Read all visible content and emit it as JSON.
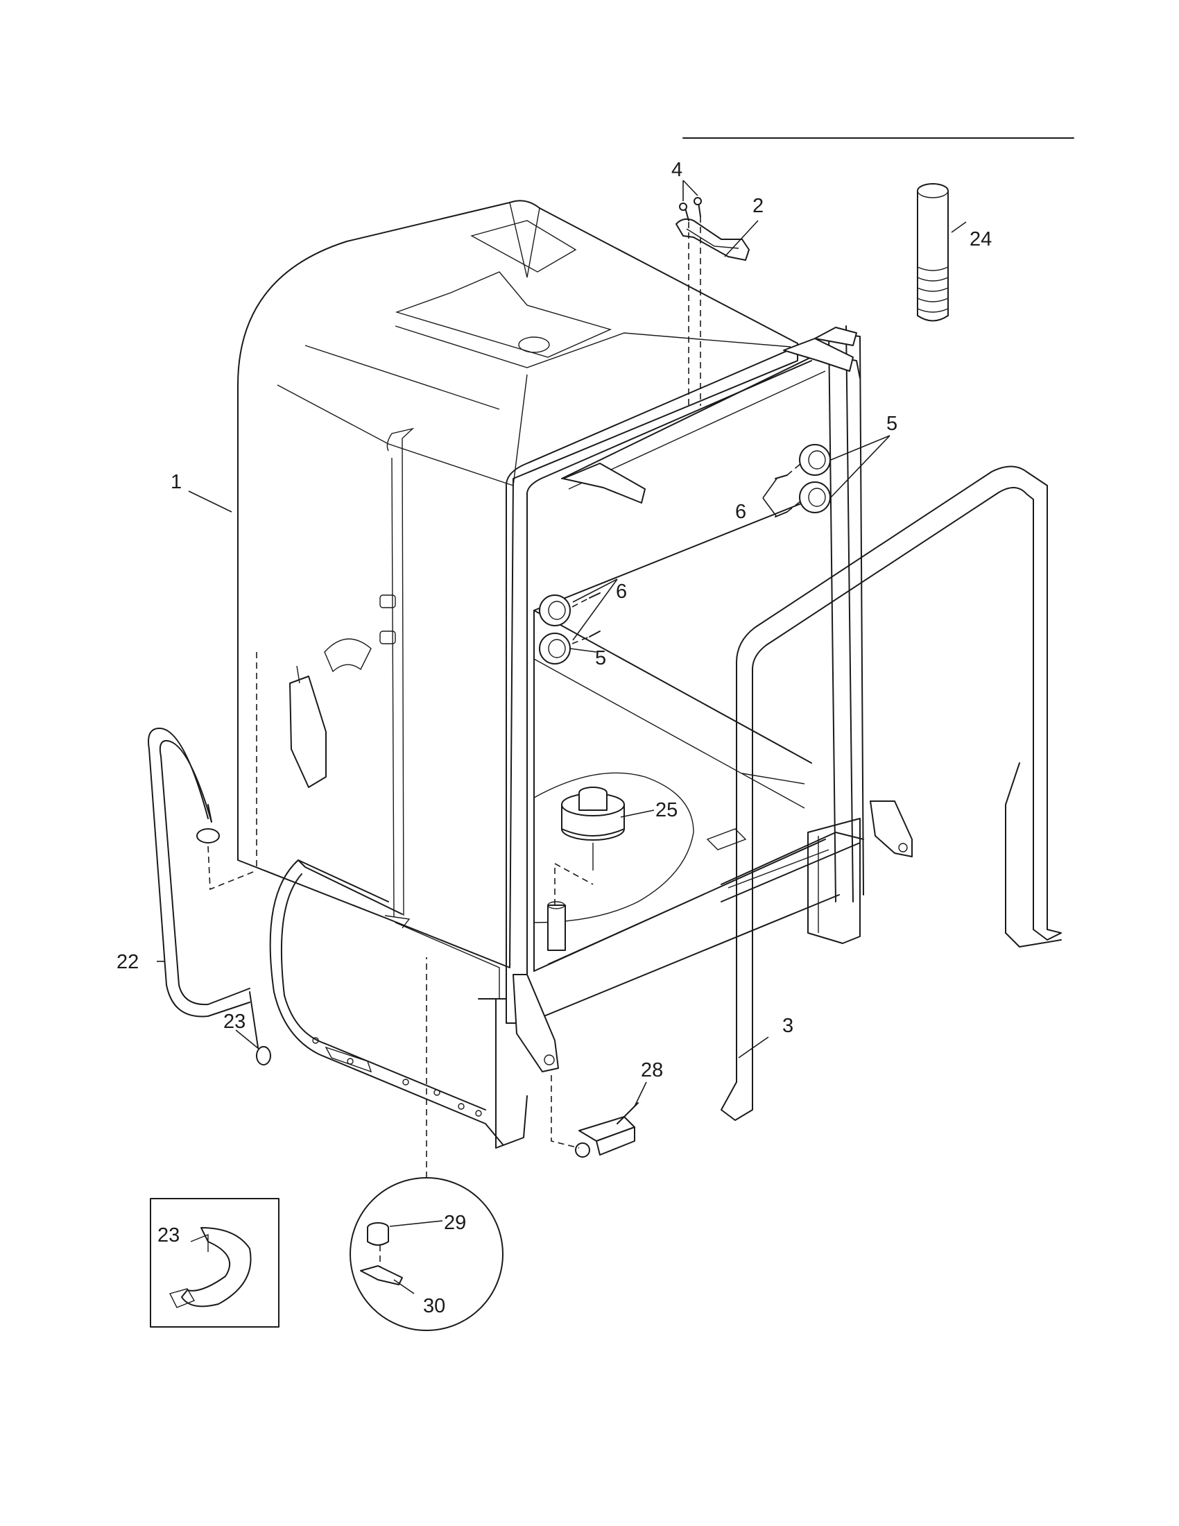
{
  "callouts": {
    "c1": "1",
    "c2": "2",
    "c3": "3",
    "c4": "4",
    "c5a": "5",
    "c5b": "5",
    "c6a": "6",
    "c6b": "6",
    "c22": "22",
    "c23a": "23",
    "c23b": "23",
    "c24": "24",
    "c25": "25",
    "c28": "28",
    "c29": "29",
    "c30": "30"
  }
}
